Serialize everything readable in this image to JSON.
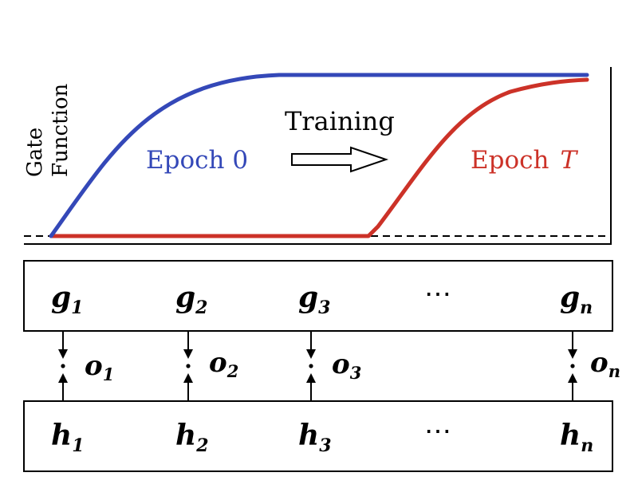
{
  "plot": {
    "ylabel_line1": "Gate",
    "ylabel_line2": "Function",
    "epoch0_label": "Epoch 0",
    "epochT_prefix": "Epoch",
    "epochT_var": "T",
    "training_label": "Training"
  },
  "colors": {
    "epoch0": "#3448b8",
    "epochT": "#cc3228",
    "axis": "#000000"
  },
  "gates": [
    {
      "var": "g",
      "sub": "1"
    },
    {
      "var": "g",
      "sub": "2"
    },
    {
      "var": "g",
      "sub": "3"
    },
    {
      "var": "",
      "sub": "",
      "ellipsis": "⋯"
    },
    {
      "var": "g",
      "sub": "n"
    }
  ],
  "hiddens": [
    {
      "var": "h",
      "sub": "1"
    },
    {
      "var": "h",
      "sub": "2"
    },
    {
      "var": "h",
      "sub": "3"
    },
    {
      "var": "",
      "sub": "",
      "ellipsis": "⋯"
    },
    {
      "var": "h",
      "sub": "n"
    }
  ],
  "outputs": [
    {
      "var": "o",
      "sub": "1"
    },
    {
      "var": "o",
      "sub": "2"
    },
    {
      "var": "o",
      "sub": "3"
    },
    {
      "var": "o",
      "sub": "n"
    }
  ]
}
